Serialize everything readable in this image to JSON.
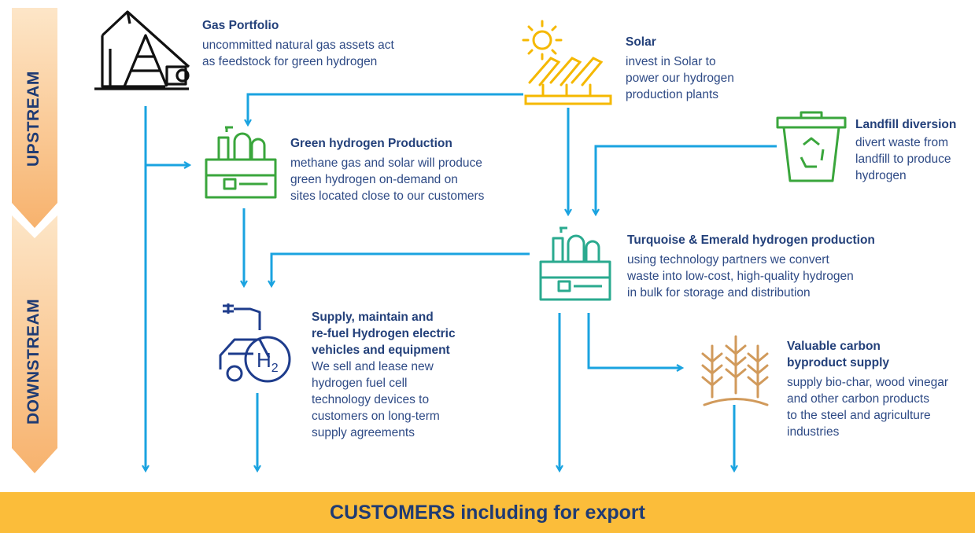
{
  "stages": {
    "upstream": "UPSTREAM",
    "downstream": "DOWNSTREAM"
  },
  "nodes": {
    "gas": {
      "title": "Gas Portfolio",
      "lines": [
        "uncommitted natural gas assets act",
        "as feedstock for green hydrogen"
      ]
    },
    "solar": {
      "title": "Solar",
      "lines": [
        "invest in Solar to",
        "power our hydrogen",
        "production plants"
      ]
    },
    "landfill": {
      "title": "Landfill diversion",
      "lines": [
        "divert waste from",
        "landfill to produce",
        "hydrogen"
      ]
    },
    "green": {
      "title": "Green hydrogen Production",
      "lines": [
        "methane gas and solar will produce",
        "green hydrogen on-demand on",
        "sites located close to our customers"
      ]
    },
    "turq": {
      "title": "Turquoise & Emerald hydrogen production",
      "lines": [
        "using technology partners  we convert",
        "waste into low-cost, high-quality hydrogen",
        "in bulk for storage and distribution"
      ]
    },
    "supply": {
      "title_lines": [
        "Supply, maintain and",
        "re-fuel Hydrogen electric",
        "vehicles and equipment"
      ],
      "lines": [
        "We sell and lease new",
        "hydrogen fuel cell",
        "technology devices to",
        "customers on long-term",
        "supply agreements"
      ]
    },
    "carbon": {
      "title_lines": [
        "Valuable carbon",
        "byproduct supply"
      ],
      "lines": [
        "supply bio-char, wood vinegar",
        "and other carbon products",
        "to the steel and agriculture",
        "industries"
      ]
    }
  },
  "icon_labels": {
    "h2": "H",
    "h2_sub": "2"
  },
  "customers": "CUSTOMERS including for export",
  "colors": {
    "arrow": "#1aa3e0",
    "text": "#2e4a85",
    "banner": "#fbbd3a",
    "stage_gradient_top": "#fde3c2",
    "stage_gradient_bottom": "#f8b877",
    "solar_icon": "#f5b800",
    "green_icon": "#3aa63c",
    "turq_icon": "#2aaa8f",
    "ev_icon": "#1e3c8c",
    "wheat_icon": "#d19a5b",
    "pump_icon": "#111111"
  }
}
